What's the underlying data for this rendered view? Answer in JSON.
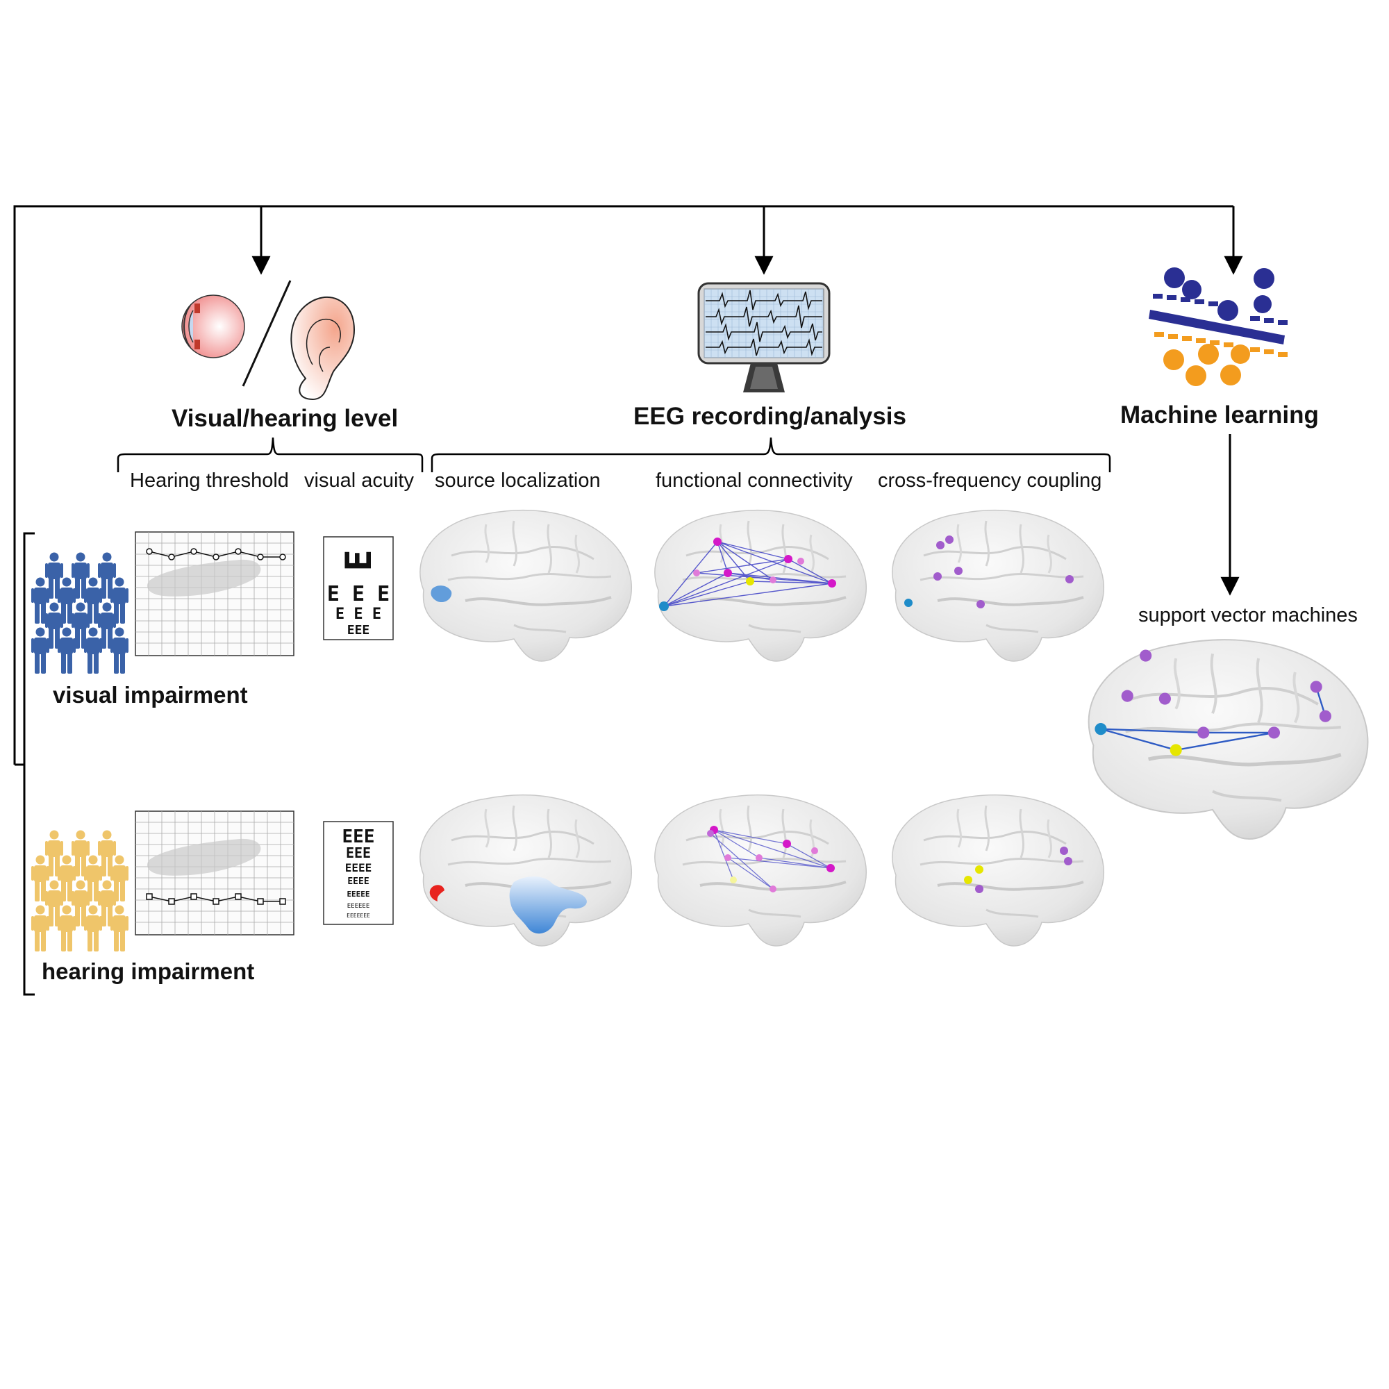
{
  "stages": {
    "visual_hearing": "Visual/hearing level",
    "eeg": "EEG recording/analysis",
    "ml": "Machine learning"
  },
  "measures": {
    "hearing_threshold": "Hearing threshold",
    "visual_acuity": "visual acuity",
    "source_localization": "source localization",
    "functional_connectivity": "functional connectivity",
    "cross_frequency_coupling": "cross-frequency coupling",
    "svm": "support vector machines"
  },
  "groups": {
    "visual": "visual impairment",
    "hearing": "hearing impairment"
  },
  "colors": {
    "visual_group": "#3a62a8",
    "hearing_group": "#efc56a",
    "ml_blue": "#2a2f93",
    "ml_orange": "#f39c1e",
    "node_purple": "#a15ccc",
    "node_magenta": "#d418c8",
    "node_cyan": "#1f8cc9",
    "node_yellow": "#e6e600",
    "edge_blue": "#3d3fc6",
    "activation_blue": "#4a8fd8",
    "activation_red": "#e8231e"
  },
  "icons": [
    "eye-icon",
    "ear-icon",
    "eeg-monitor-icon",
    "ml-classifier-icon",
    "people-group-icon",
    "audiogram-icon",
    "eye-chart-icon",
    "brain-icon"
  ]
}
